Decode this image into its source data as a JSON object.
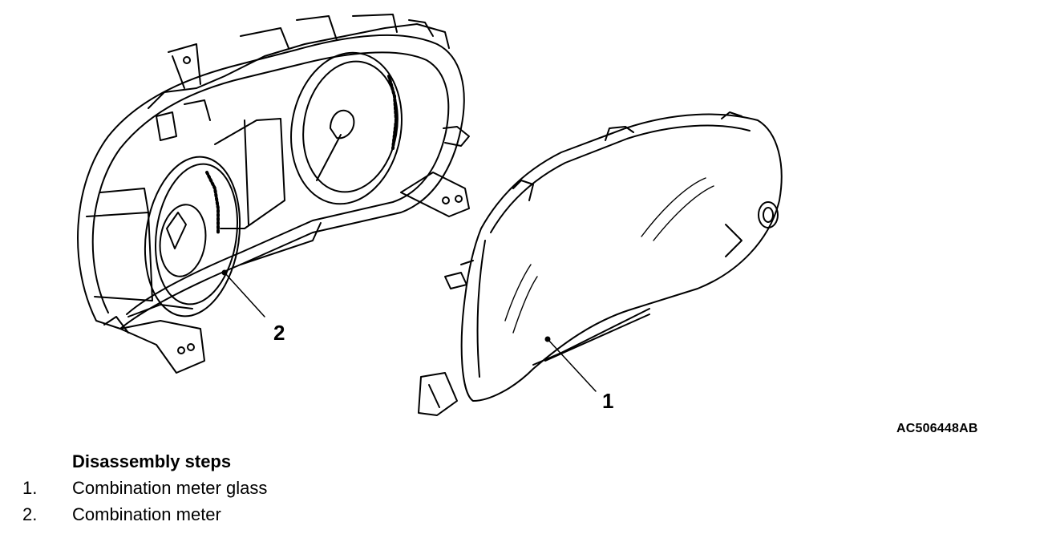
{
  "figure_id": "AC506448AB",
  "callouts": [
    {
      "number": "1"
    },
    {
      "number": "2"
    }
  ],
  "steps_title": "Disassembly steps",
  "steps": [
    {
      "number": "1.",
      "label": "Combination meter glass"
    },
    {
      "number": "2.",
      "label": "Combination meter"
    }
  ],
  "colors": {
    "line": "#000000",
    "background": "#ffffff"
  }
}
